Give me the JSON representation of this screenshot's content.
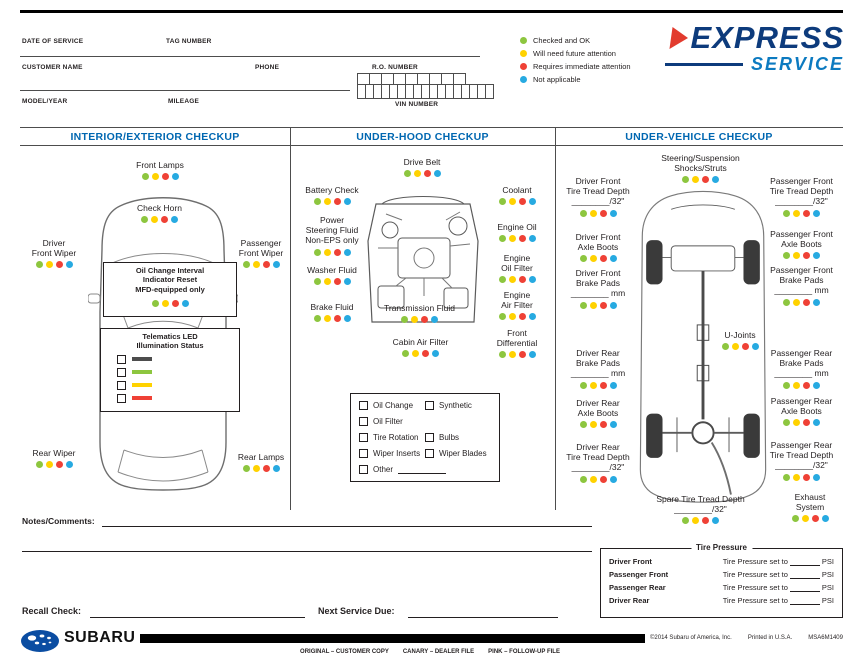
{
  "header": {
    "fields": {
      "date_of_service": "DATE OF SERVICE",
      "tag_number": "TAG NUMBER",
      "customer_name": "CUSTOMER NAME",
      "phone": "PHONE",
      "ro_number": "R.O. NUMBER",
      "model_year": "MODEL/YEAR",
      "mileage": "MILEAGE",
      "vin_number": "VIN NUMBER"
    },
    "legend": [
      {
        "label": "Checked and OK",
        "color": "#8dc63f"
      },
      {
        "label": "Will need future attention",
        "color": "#ffd200"
      },
      {
        "label": "Requires immediate attention",
        "color": "#ef4136"
      },
      {
        "label": "Not applicable",
        "color": "#27aae1"
      }
    ],
    "logo": {
      "line1": "EXPRESS",
      "line2": "SERVICE"
    }
  },
  "status_colors": [
    "#8dc63f",
    "#ffd200",
    "#ef4136",
    "#27aae1"
  ],
  "sections": {
    "interior": {
      "title": "INTERIOR/EXTERIOR CHECKUP",
      "front_lamps": "Front Lamps",
      "check_horn": "Check Horn",
      "driver_front_wiper": "Driver\nFront Wiper",
      "passenger_front_wiper": "Passenger\nFront Wiper",
      "oil_change_reset": "Oil Change Interval\nIndicator Reset\nMFD-equipped only",
      "telematics_title": "Telematics LED\nIllumination Status",
      "telematics_rows": [
        {
          "name": "off",
          "color": "#4d4d4d"
        },
        {
          "name": "green",
          "color": "#8dc63f"
        },
        {
          "name": "yellow",
          "color": "#ffd200"
        },
        {
          "name": "red",
          "color": "#ef4136"
        }
      ],
      "rear_wiper": "Rear Wiper",
      "rear_lamps": "Rear Lamps"
    },
    "under_hood": {
      "title": "UNDER-HOOD CHECKUP",
      "drive_belt": "Drive Belt",
      "battery_check": "Battery Check",
      "coolant": "Coolant",
      "power_steering_fluid": "Power\nSteering Fluid\nNon-EPS only",
      "engine_oil": "Engine Oil",
      "washer_fluid": "Washer Fluid",
      "engine_oil_filter": "Engine\nOil Filter",
      "brake_fluid": "Brake Fluid",
      "engine_air_filter": "Engine\nAir Filter",
      "transmission_fluid": "Transmission Fluid",
      "front_differential": "Front\nDifferential",
      "cabin_air_filter": "Cabin Air Filter",
      "services": {
        "oil_change": "Oil Change",
        "synthetic": "Synthetic",
        "oil_filter": "Oil Filter",
        "tire_rotation": "Tire Rotation",
        "bulbs": "Bulbs",
        "wiper_inserts": "Wiper Inserts",
        "wiper_blades": "Wiper Blades",
        "other": "Other"
      }
    },
    "under_vehicle": {
      "title": "UNDER-VEHICLE CHECKUP",
      "steering_suspension": "Steering/Suspension\nShocks/Struts",
      "driver_front_tread": "Driver Front\nTire Tread Depth\n________/32\"",
      "passenger_front_tread": "Passenger Front\nTire Tread Depth\n________/32\"",
      "driver_front_axle": "Driver Front\nAxle Boots",
      "passenger_front_axle": "Passenger Front\nAxle Boots",
      "driver_front_brake": "Driver Front\nBrake Pads\n________ mm",
      "passenger_front_brake": "Passenger Front\nBrake Pads\n________ mm",
      "u_joints": "U-Joints",
      "driver_rear_brake": "Driver Rear\nBrake Pads\n________ mm",
      "passenger_rear_brake": "Passenger Rear\nBrake Pads\n________ mm",
      "driver_rear_axle": "Driver Rear\nAxle Boots",
      "passenger_rear_axle": "Passenger Rear\nAxle Boots",
      "driver_rear_tread": "Driver Rear\nTire Tread Depth\n________/32\"",
      "passenger_rear_tread": "Passenger Rear\nTire Tread Depth\n________/32\"",
      "spare_tread": "Spare Tire Tread Depth\n________/32\"",
      "exhaust_system": "Exhaust\nSystem",
      "tire_pressure": {
        "title": "Tire Pressure",
        "phrase": "Tire Pressure set to",
        "unit": "PSI",
        "rows": [
          "Driver Front",
          "Passenger Front",
          "Passenger Rear",
          "Driver Rear"
        ]
      }
    }
  },
  "bottom": {
    "notes_label": "Notes/Comments:",
    "recall_label": "Recall Check:",
    "next_service_label": "Next Service Due:"
  },
  "footer": {
    "brand": "SUBARU",
    "distribution": [
      "ORIGINAL – CUSTOMER COPY",
      "CANARY – DEALER FILE",
      "PINK – FOLLOW-UP FILE"
    ],
    "copyright": "©2014 Subaru of America, Inc.",
    "printed": "Printed in U.S.A.",
    "code": "MSA6M1409"
  }
}
